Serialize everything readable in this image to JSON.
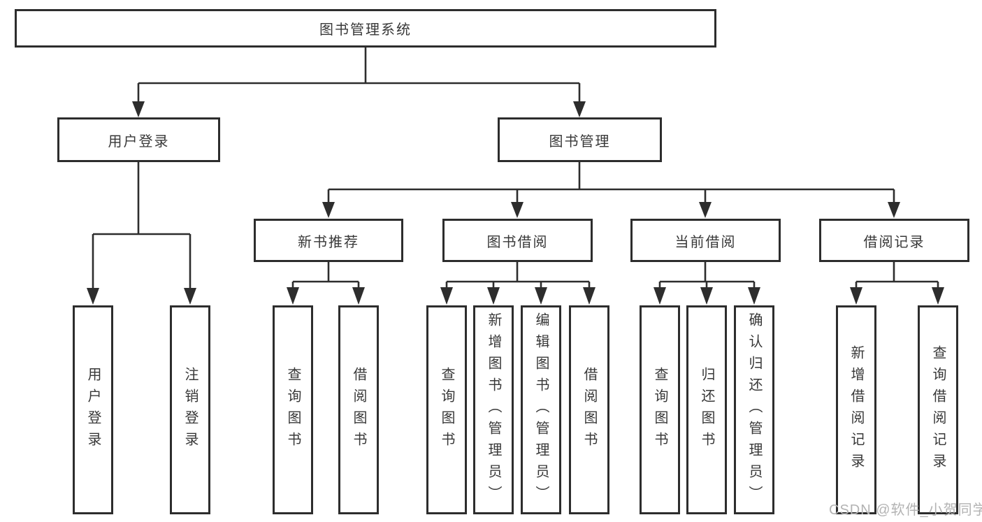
{
  "tree": {
    "root": "图书管理系统",
    "level2": {
      "user_login": "用户登录",
      "book_mgmt": "图书管理"
    },
    "level3": {
      "new_book": "新书推荐",
      "book_borrow": "图书借阅",
      "current_borrow": "当前借阅",
      "borrow_record": "借阅记录"
    },
    "leaf_groups": {
      "user_login": [
        "用户登录",
        "注销登录"
      ],
      "new_book": [
        "查询图书",
        "借阅图书"
      ],
      "book_borrow": [
        "查询图书",
        "新增图书（管理员）",
        "编辑图书（管理员）",
        "借阅图书"
      ],
      "current_borrow": [
        "查询图书",
        "归还图书",
        "确认归还（管理员）"
      ],
      "borrow_record": [
        "新增借阅记录",
        "查询借阅记录"
      ]
    }
  },
  "watermark": "CSDN @软件_小贺同学",
  "colors": {
    "line": "#2d2d2d",
    "text": "#383838",
    "watermark": "#b3b3b3",
    "background": "#ffffff"
  }
}
